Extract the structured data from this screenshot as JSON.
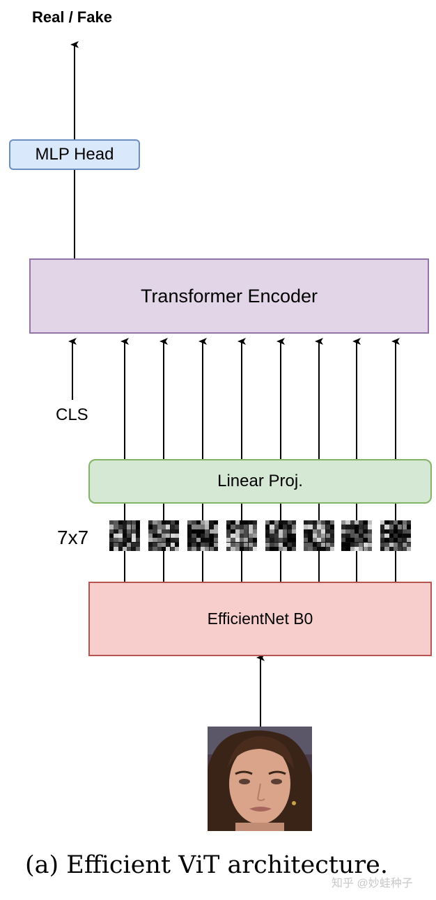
{
  "output_label": "Real / Fake",
  "mlp_head": "MLP Head",
  "transformer_encoder": "Transformer Encoder",
  "cls_label": "CLS",
  "linear_projection": "Linear Proj.",
  "feature_grid_label": "7x7",
  "backbone": "EfficientNet B0",
  "caption": "(a) Efficient ViT architecture.",
  "watermark": "知乎 @妙蛙种子",
  "colors": {
    "mlp_head_fill": "#dae8fc",
    "encoder_fill": "#e1d5e7",
    "linear_fill": "#d5e8d4",
    "backbone_fill": "#f8cecc"
  },
  "feature_map_count": 8,
  "input_image": "face-photo"
}
